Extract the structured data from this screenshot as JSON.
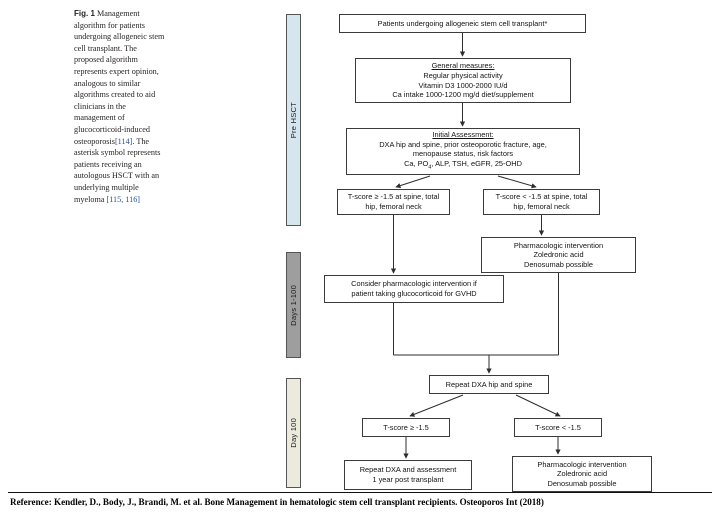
{
  "caption": {
    "label": "Fig. 1",
    "text_before_cite1": "Management algorithm for patients undergoing allogeneic stem cell transplant. The proposed algorithm represents expert opinion, analogous to similar algorithms created to aid clinicians in the management of glucocorticoid-induced osteoporosis",
    "cite1": "[114]",
    "text_after_cite1": ". The asterisk symbol represents patients receiving an autologous HSCT with an underlying multiple myeloma",
    "cite2": "[115, 116]"
  },
  "bands": [
    {
      "id": "pre",
      "label": "Pre HSCT",
      "color": "#d6e6ef"
    },
    {
      "id": "days",
      "label": "Days 1-100",
      "color": "#9e9e9e"
    },
    {
      "id": "day100",
      "label": "Day 100",
      "color": "#eceadd"
    }
  ],
  "nodes": {
    "top": {
      "line1": "Patients undergoing allogeneic stem cell transplant*"
    },
    "general": {
      "title": "General measures:",
      "line1": "Regular physical activity",
      "line2": "Vitamin D3 1000-2000 IU/d",
      "line3": "Ca intake 1000-1200 mg/d diet/supplement"
    },
    "initial": {
      "title": "Initial Assessment:",
      "line1": "DXA hip and spine, prior osteoporotic fracture, age,",
      "line2": "menopause status, risk factors",
      "line3": "Ca, PO4, ALP, TSH, eGFR, 25-OHD"
    },
    "tscore_ge": {
      "line1": "T-score ≥ -1.5 at spine, total",
      "line2": "hip, femoral neck"
    },
    "tscore_lt": {
      "line1": "T-score < -1.5 at spine, total",
      "line2": "hip, femoral neck"
    },
    "pharm1": {
      "line1": "Pharmacologic intervention",
      "line2": "Zoledronic acid",
      "line3": "Denosumab possible"
    },
    "gvhd": {
      "line1": "Consider pharmacologic intervention if",
      "line2": "patient taking glucocorticoid for GVHD"
    },
    "repeat_dxa": {
      "line1": "Repeat DXA hip and spine"
    },
    "ts2_ge": {
      "line1": "T-score ≥ -1.5"
    },
    "ts2_lt": {
      "line1": "T-score < -1.5"
    },
    "repeat_assessment": {
      "line1": "Repeat DXA and assessment",
      "line2": "1 year post transplant"
    },
    "pharm2": {
      "line1": "Pharmacologic intervention",
      "line2": "Zoledronic acid",
      "line3": "Denosumab possible"
    }
  },
  "reference": {
    "text": "Reference: Kendler, D., Body, J., Brandi, M. et al. Bone Management in hematologic stem cell transplant recipients. Osteoporos Int (2018)"
  },
  "colors": {
    "box_border": "#3b3b3b",
    "connector": "#2e2e2e",
    "cite_link": "#2b4fa2"
  }
}
